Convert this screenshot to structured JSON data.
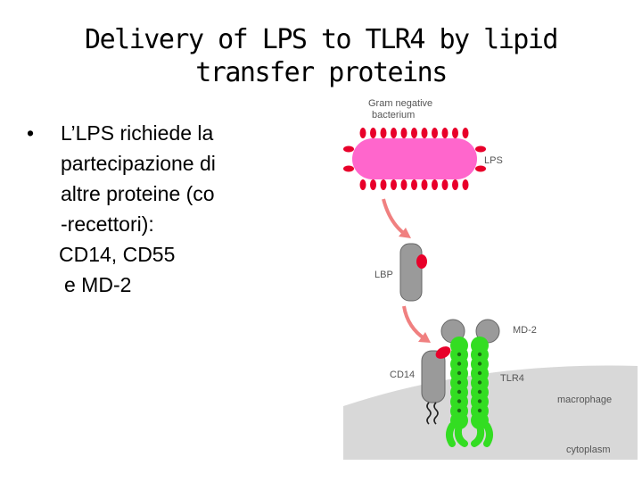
{
  "title": {
    "line1": "Delivery of LPS to TLR4 by lipid",
    "line2": "transfer proteins"
  },
  "bullet": {
    "marker": "•",
    "lines": [
      "L’LPS richiede la",
      "partecipazione di",
      "altre proteine (co",
      "-recettori):"
    ],
    "extra_lines": [
      "CD14, CD55",
      "e MD-2"
    ]
  },
  "figure": {
    "labels": {
      "bacterium_line1": "Gram negative",
      "bacterium_line2": "bacterium",
      "lps": "LPS",
      "lbp": "LBP",
      "md2": "MD-2",
      "cd14": "CD14",
      "tlr4": "TLR4",
      "macrophage": "macrophage",
      "cytoplasm": "cytoplasm"
    },
    "colors": {
      "bacterium_fill": "#ff66cc",
      "lps_red": "#e8002a",
      "arrow": "#f08080",
      "protein_grey": "#9a9a9a",
      "tlr4_green": "#33dd22",
      "membrane": "#d8d8d8"
    }
  }
}
